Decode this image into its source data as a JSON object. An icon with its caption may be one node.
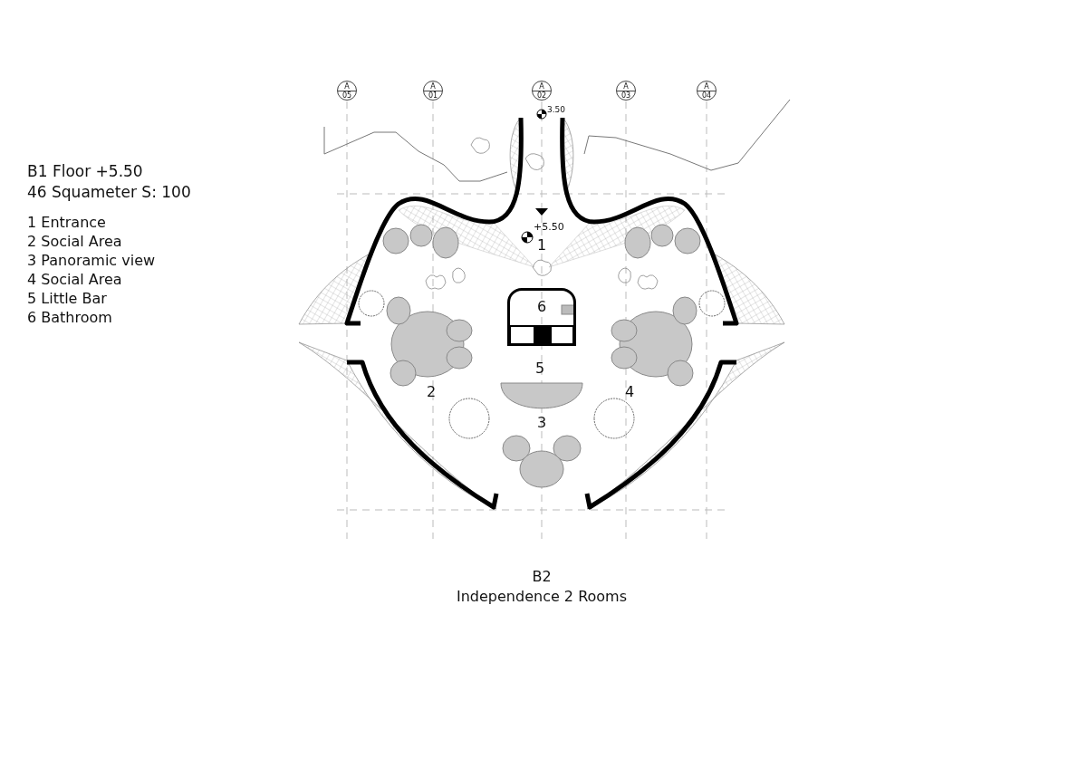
{
  "diagram": {
    "nodes": [
      {
        "text": [
          "A",
          "05"
        ]
      },
      {
        "text": [
          "A",
          "01"
        ]
      },
      {
        "text": [
          "A",
          "02"
        ]
      },
      {
        "text": [
          "A",
          "03"
        ]
      },
      {
        "text": [
          "A",
          "04"
        ]
      },
      {
        "text": [
          "6"
        ]
      }
    ],
    "labels": [
      "B1 Floor +5.50",
      "46 Squameter S: 100",
      "1 Entrance",
      "2 Social Area",
      "3 Panoramic view",
      "4 Social Area",
      "5 Little Bar",
      "6 Bathroom",
      "3.50",
      "+5.50",
      "1",
      "2",
      "5",
      "4",
      "3",
      "B2",
      "Independence 2 Rooms"
    ]
  }
}
